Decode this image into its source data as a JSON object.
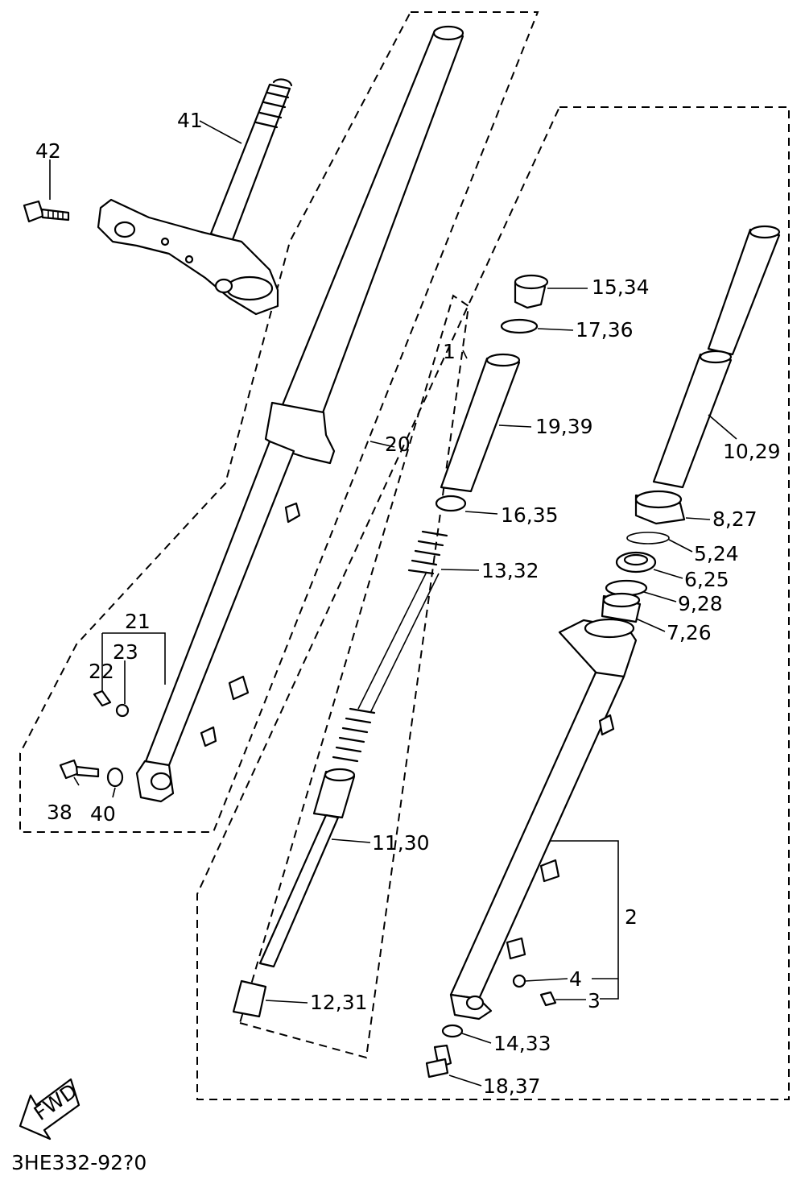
{
  "diagram": {
    "figure_code": "3HE332-92?0",
    "fwd_badge": "FWD",
    "labels": {
      "l41": "41",
      "l42": "42",
      "l20": "20",
      "l21": "21",
      "l22": "22",
      "l23": "23",
      "l38": "38",
      "l40": "40",
      "l1": "1",
      "l15_34": "15,34",
      "l17_36": "17,36",
      "l19_39": "19,39",
      "l16_35": "16,35",
      "l13_32": "13,32",
      "l11_30": "11,30",
      "l12_31": "12,31",
      "l10_29": "10,29",
      "l8_27": "8,27",
      "l5_24": "5,24",
      "l6_25": "6,25",
      "l9_28": "9,28",
      "l7_26": "7,26",
      "l2": "2",
      "l4": "4",
      "l3": "3",
      "l14_33": "14,33",
      "l18_37": "18,37"
    }
  }
}
